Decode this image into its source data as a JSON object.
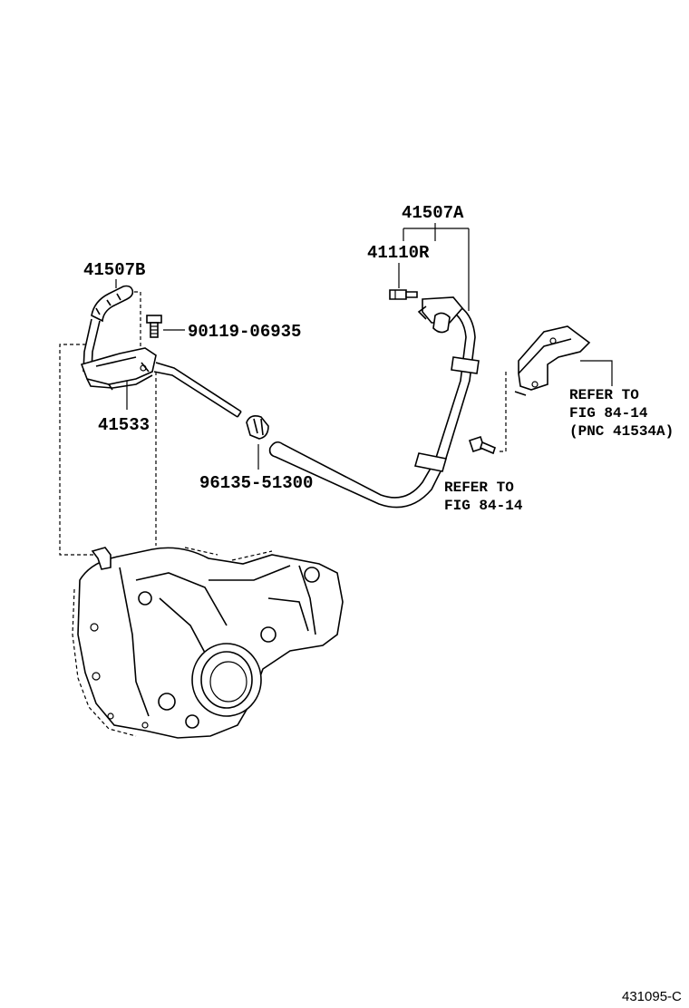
{
  "parts": {
    "p41507A": "41507A",
    "p41110R": "41110R",
    "p41507B": "41507B",
    "p90119": "90119-06935",
    "p41533": "41533",
    "p96135": "96135-51300"
  },
  "references": {
    "ref1": [
      "REFER TO",
      "FIG 84-14",
      "(PNC 41534A)"
    ],
    "ref2": [
      "REFER TO",
      "FIG 84-14"
    ]
  },
  "figure_id": "431095-C"
}
